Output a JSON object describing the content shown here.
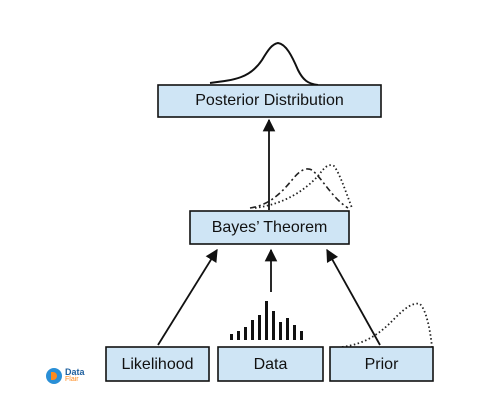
{
  "boxes": {
    "posterior": "Posterior Distribution",
    "bayes": "Bayes’ Theorem",
    "likelihood": "Likelihood",
    "data": "Data",
    "prior": "Prior"
  },
  "logo": {
    "word1": "Data",
    "word2": "Flair"
  },
  "colors": {
    "box_fill": "#cfe5f5",
    "stroke": "#111111",
    "logo_blue": "#2a8fd6",
    "logo_orange": "#ff8a1c"
  }
}
